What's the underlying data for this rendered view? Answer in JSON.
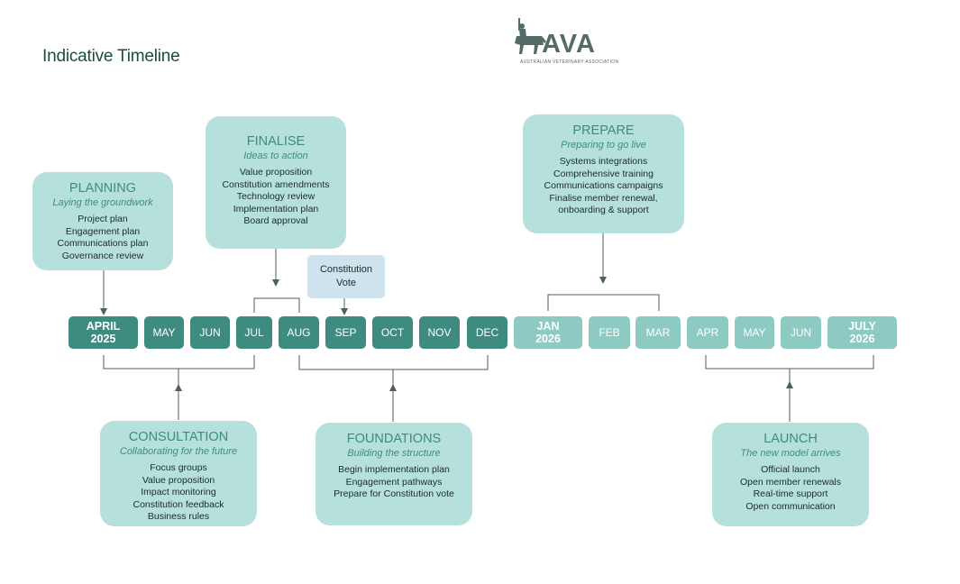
{
  "title": "Indicative Timeline",
  "logo": {
    "text": "AVA",
    "subtitle": "AUSTRALIAN VETERINARY ASSOCIATION",
    "icon": "centaur-icon"
  },
  "months": [
    {
      "line1": "APRIL",
      "line2": "2025",
      "tone": "dark"
    },
    {
      "line1": "MAY",
      "line2": "",
      "tone": "dark"
    },
    {
      "line1": "JUN",
      "line2": "",
      "tone": "dark"
    },
    {
      "line1": "JUL",
      "line2": "",
      "tone": "dark"
    },
    {
      "line1": "AUG",
      "line2": "",
      "tone": "dark"
    },
    {
      "line1": "SEP",
      "line2": "",
      "tone": "dark"
    },
    {
      "line1": "OCT",
      "line2": "",
      "tone": "dark"
    },
    {
      "line1": "NOV",
      "line2": "",
      "tone": "dark"
    },
    {
      "line1": "DEC",
      "line2": "",
      "tone": "dark"
    },
    {
      "line1": "JAN",
      "line2": "2026",
      "tone": "light"
    },
    {
      "line1": "FEB",
      "line2": "",
      "tone": "light"
    },
    {
      "line1": "MAR",
      "line2": "",
      "tone": "light"
    },
    {
      "line1": "APR",
      "line2": "",
      "tone": "light"
    },
    {
      "line1": "MAY",
      "line2": "",
      "tone": "light"
    },
    {
      "line1": "JUN",
      "line2": "",
      "tone": "light"
    },
    {
      "line1": "JULY",
      "line2": "2026",
      "tone": "light"
    }
  ],
  "phases": {
    "planning": {
      "title": "PLANNING",
      "subtitle": "Laying the groundwork",
      "items": [
        "Project plan",
        "Engagement plan",
        "Communications plan",
        "Governance review"
      ]
    },
    "finalise": {
      "title": "FINALISE",
      "subtitle": "Ideas to action",
      "items": [
        "Value proposition",
        "Constitution amendments",
        "Technology review",
        "Implementation plan",
        "Board approval"
      ]
    },
    "prepare": {
      "title": "PREPARE",
      "subtitle": "Preparing to go live",
      "items": [
        "Systems integrations",
        "Comprehensive training",
        "Communications campaigns",
        "Finalise member renewal,",
        "onboarding & support"
      ]
    },
    "consultation": {
      "title": "CONSULTATION",
      "subtitle": "Collaborating for the future",
      "items": [
        "Focus groups",
        "Value proposition",
        "Impact monitoring",
        "Constitution feedback",
        "Business rules"
      ]
    },
    "foundations": {
      "title": "FOUNDATIONS",
      "subtitle": "Building the structure",
      "items": [
        "Begin implementation plan",
        "Engagement pathways",
        "Prepare for Constitution vote"
      ]
    },
    "launch": {
      "title": "LAUNCH",
      "subtitle": "The new model arrives",
      "items": [
        "Official launch",
        "Open member renewals",
        "Real-time support",
        "Open communication"
      ]
    }
  },
  "vote": {
    "line1": "Constitution",
    "line2": "Vote"
  },
  "colors": {
    "dark_month": "#3e8c80",
    "light_month": "#8ccac2",
    "box": "#b5e0db",
    "vote": "#cfe3ef",
    "heading": "#3e8c80",
    "connector": "#4d5f5c"
  }
}
